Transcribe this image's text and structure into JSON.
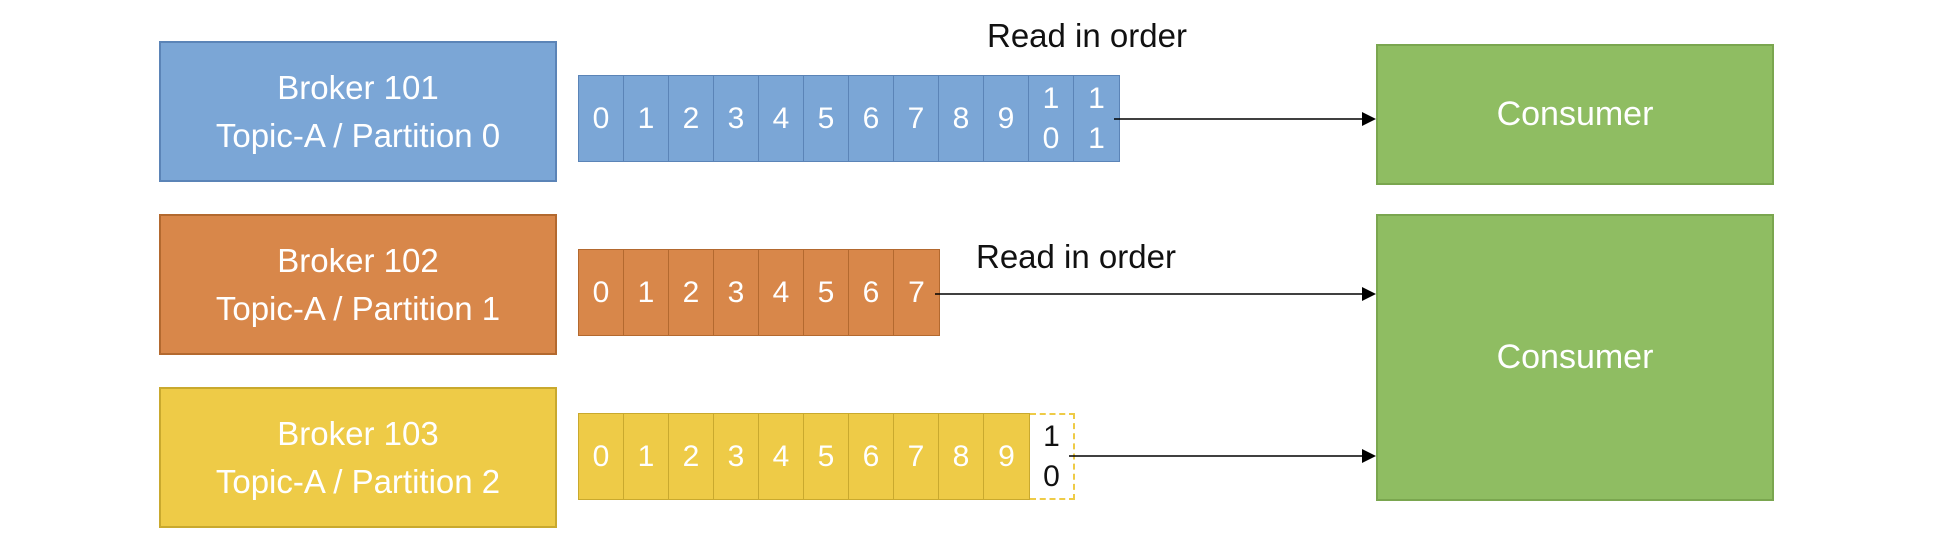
{
  "partitions": [
    {
      "broker_line1": "Broker 101",
      "broker_line2": "Topic-A / Partition 0",
      "fill": "#7ba6d6",
      "border": "#5b84b7",
      "offsets": [
        "0",
        "1",
        "2",
        "3",
        "4",
        "5",
        "6",
        "7",
        "8",
        "9"
      ],
      "extra_offsets": [
        [
          "1",
          "0"
        ],
        [
          "1",
          "1"
        ]
      ],
      "pending_offsets": []
    },
    {
      "broker_line1": "Broker 102",
      "broker_line2": "Topic-A / Partition 1",
      "fill": "#d8874a",
      "border": "#b3692f",
      "offsets": [
        "0",
        "1",
        "2",
        "3",
        "4",
        "5",
        "6",
        "7"
      ],
      "extra_offsets": [],
      "pending_offsets": []
    },
    {
      "broker_line1": "Broker 103",
      "broker_line2": "Topic-A / Partition 2",
      "fill": "#eecb47",
      "border": "#c9a92e",
      "offsets": [
        "0",
        "1",
        "2",
        "3",
        "4",
        "5",
        "6",
        "7",
        "8",
        "9"
      ],
      "extra_offsets": [],
      "pending_offsets": [
        [
          "1",
          "0"
        ]
      ]
    }
  ],
  "consumers": [
    {
      "label": "Consumer"
    },
    {
      "label": "Consumer"
    }
  ],
  "annotations": {
    "read_order_top": "Read in order",
    "read_order_middle": "Read in order"
  },
  "colors": {
    "consumer_fill": "#8fbd62",
    "arrow": "#000000"
  }
}
